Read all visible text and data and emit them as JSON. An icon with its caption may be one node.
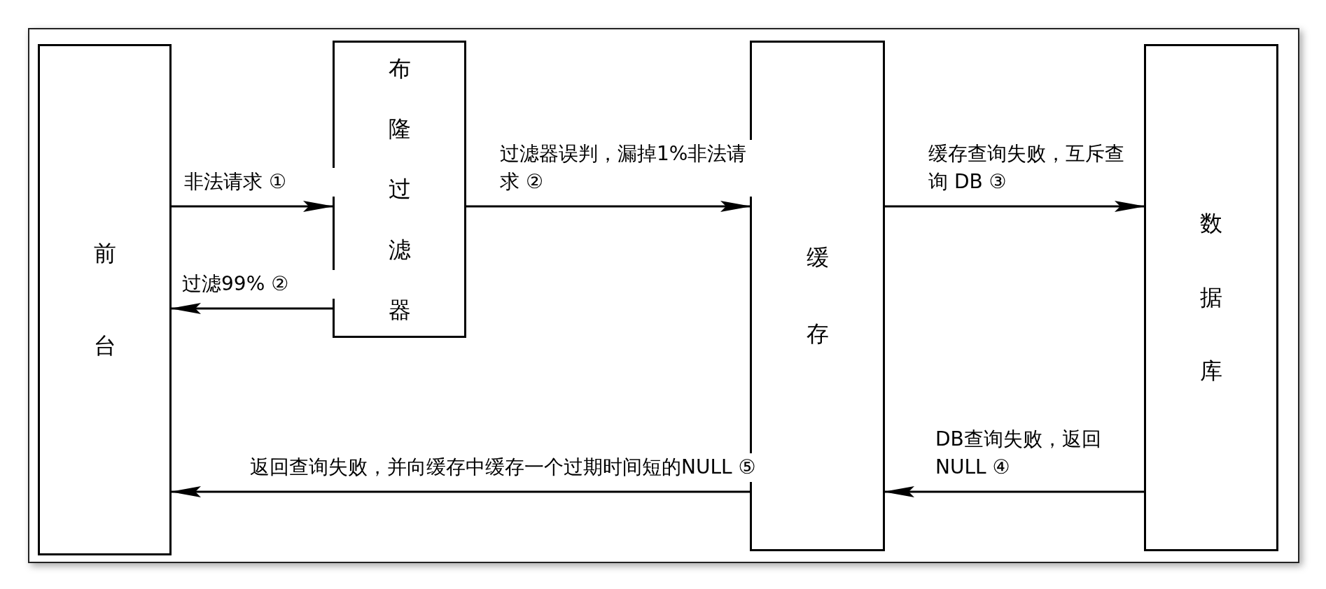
{
  "diagram": {
    "nodes": [
      {
        "text": [
          "前台"
        ]
      },
      {
        "text": [
          "布隆过滤器"
        ]
      },
      {
        "text": [
          "缓存"
        ]
      },
      {
        "text": [
          "数据库"
        ]
      }
    ],
    "edges": [
      {
        "from": 0,
        "to": 1,
        "arrow": "to",
        "label": "非法请求 ①"
      },
      {
        "from": 1,
        "to": 0,
        "arrow": "to",
        "label": "过滤99% ②"
      },
      {
        "from": 1,
        "to": 2,
        "arrow": "to",
        "label": "过滤器误判，漏掉1%非法请求 ②"
      },
      {
        "from": 2,
        "to": 3,
        "arrow": "to",
        "label": "缓存查询失败，互斥查询 DB ③"
      },
      {
        "from": 3,
        "to": 2,
        "arrow": "to",
        "label": "DB查询失败，返回 NULL ④"
      },
      {
        "from": 2,
        "to": 0,
        "arrow": "to",
        "label": "返回查询失败，并向缓存中缓存一个过期时间短的NULL ⑤"
      }
    ]
  }
}
